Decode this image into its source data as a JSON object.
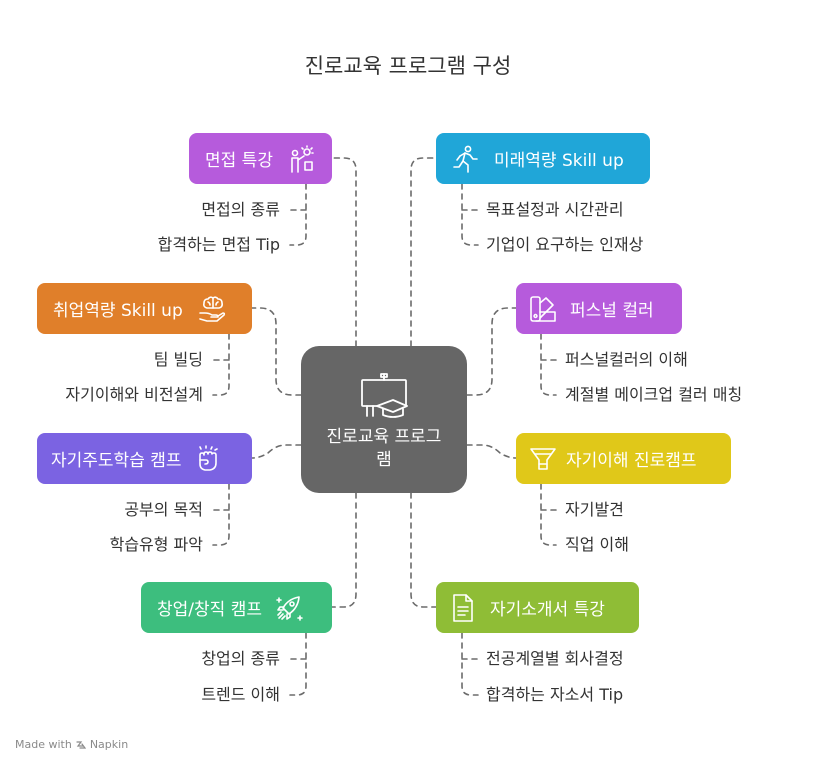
{
  "title": "진로교육 프로그램 구성",
  "center": {
    "label": "진로교육 프로그램",
    "icon": "presentation-graduation-icon",
    "color": "#666666"
  },
  "left_nodes": [
    {
      "label": "면접 특강",
      "color": "#b65bdc",
      "icon": "brainstorm-icon",
      "items": [
        "면접의 종류",
        "합격하는 면접 Tip"
      ]
    },
    {
      "label": "취업역량 Skill up",
      "color": "#e07f2a",
      "icon": "brain-hand-icon",
      "items": [
        "팀 빌딩",
        "자기이해와 비전설계"
      ]
    },
    {
      "label": "자기주도학습 캠프",
      "color": "#7b63e2",
      "icon": "fist-icon",
      "items": [
        "공부의 목적",
        "학습유형 파악"
      ]
    },
    {
      "label": "창업/창직 캠프",
      "color": "#3dbe7e",
      "icon": "rocket-icon",
      "items": [
        "창업의 종류",
        "트렌드 이해"
      ]
    }
  ],
  "right_nodes": [
    {
      "label": "미래역량 Skill up",
      "color": "#20a6d8",
      "icon": "runner-icon",
      "items": [
        "목표설정과 시간관리",
        "기업이 요구하는 인재상"
      ]
    },
    {
      "label": "퍼스널 컬러",
      "color": "#b65bdc",
      "icon": "swatches-icon",
      "items": [
        "퍼스널컬러의 이해",
        "계절별 메이크업 컬러 매칭"
      ]
    },
    {
      "label": "자기이해 진로캠프",
      "color": "#e0c819",
      "icon": "funnel-icon",
      "items": [
        "자기발견",
        "직업 이해"
      ]
    },
    {
      "label": "자기소개서 특강",
      "color": "#8fbd36",
      "icon": "document-icon",
      "items": [
        "전공계열별 회사결정",
        "합격하는 자소서 Tip"
      ]
    }
  ],
  "footer": {
    "prefix": "Made with",
    "brand": "Napkin"
  }
}
